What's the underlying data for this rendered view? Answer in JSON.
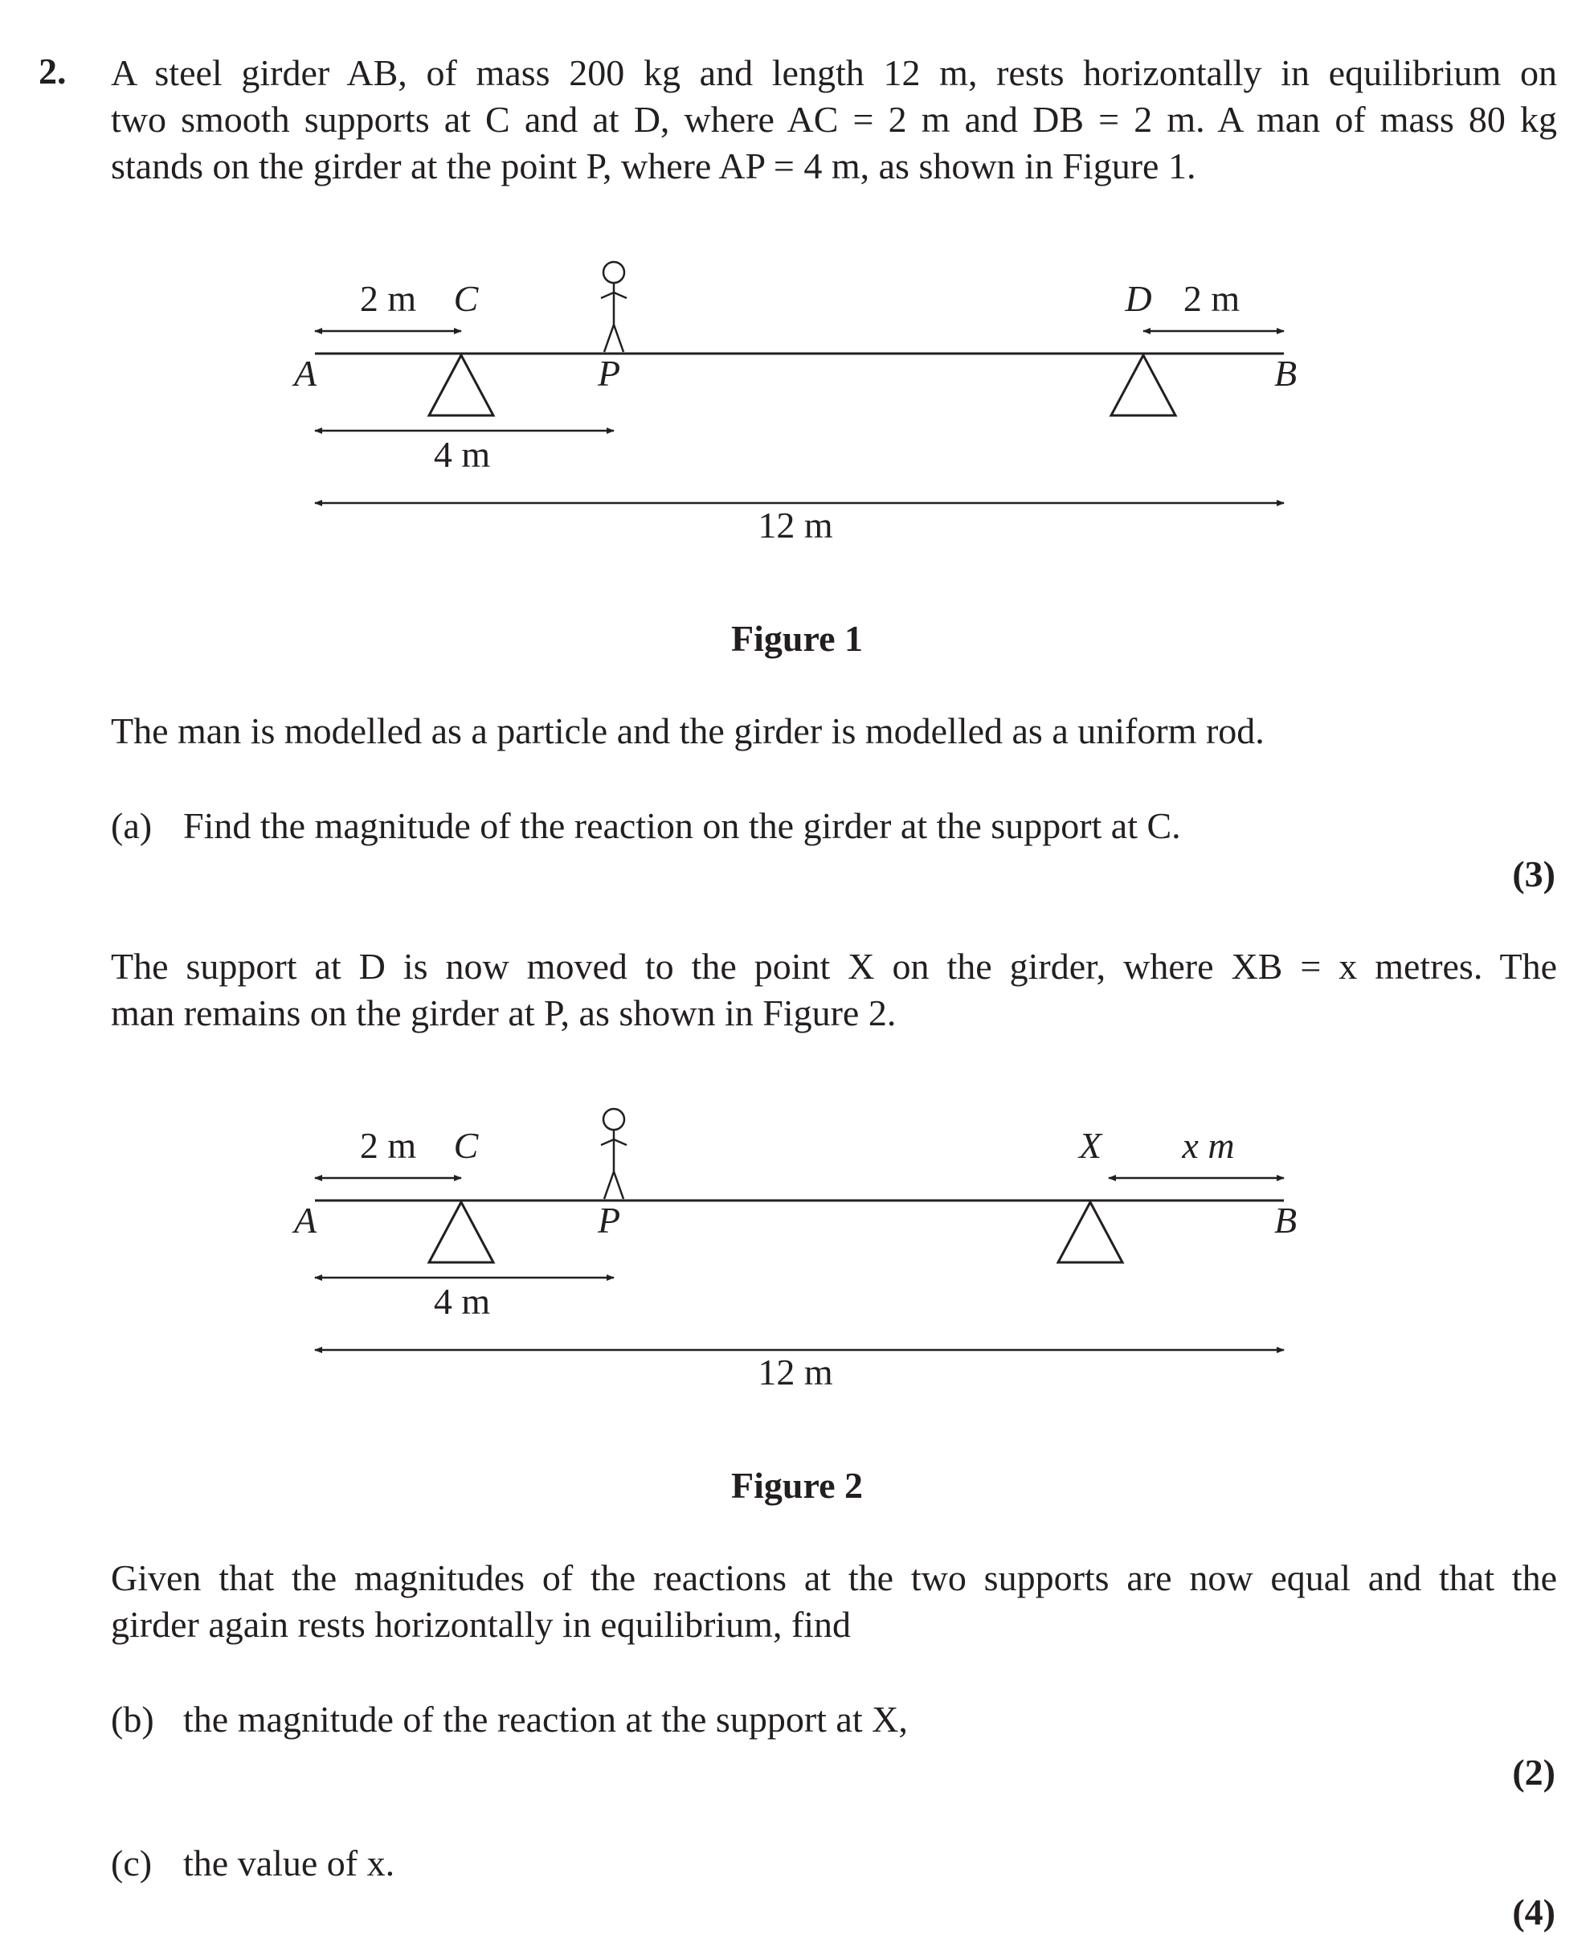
{
  "question": {
    "number": "2.",
    "intro_lines": [
      "A steel girder AB, of mass 200 kg and length 12 m, rests horizontally in equilibrium on",
      "two smooth supports at C and at D, where AC = 2 m and DB = 2 m. A man of mass 80 kg",
      "stands on the girder at the point P, where AP = 4 m, as shown in Figure 1."
    ],
    "model_text": "The man is modelled as a particle and the girder is modelled as a uniform rod.",
    "part_a": {
      "label": "(a)",
      "text": "Find the magnitude of the reaction on the girder at the support at C.",
      "marks": "(3)"
    },
    "move_lines": [
      "The support at D is now moved to the point X on the girder, where XB = x metres. The",
      "man remains on the girder at P, as shown in Figure 2."
    ],
    "given_lines": [
      "Given that the magnitudes of the reactions at the two supports are now equal and that the",
      "girder again rests horizontally in equilibrium, find"
    ],
    "part_b": {
      "label": "(b)",
      "text": "the magnitude of the reaction at the support at X,",
      "marks": "(2)"
    },
    "part_c": {
      "label": "(c)",
      "text": "the value of x.",
      "marks": "(4)"
    }
  },
  "figure1": {
    "caption": "Figure 1",
    "labels": {
      "a": "A",
      "b": "B",
      "c": "C",
      "d": "D",
      "p": "P",
      "ac": "2 m",
      "db": "2 m",
      "ap": "4 m",
      "ab": "12 m"
    }
  },
  "figure2": {
    "caption": "Figure 2",
    "labels": {
      "a": "A",
      "b": "B",
      "c": "C",
      "x": "X",
      "p": "P",
      "ac": "2 m",
      "xb": "x m",
      "ap": "4 m",
      "ab": "12 m"
    }
  }
}
